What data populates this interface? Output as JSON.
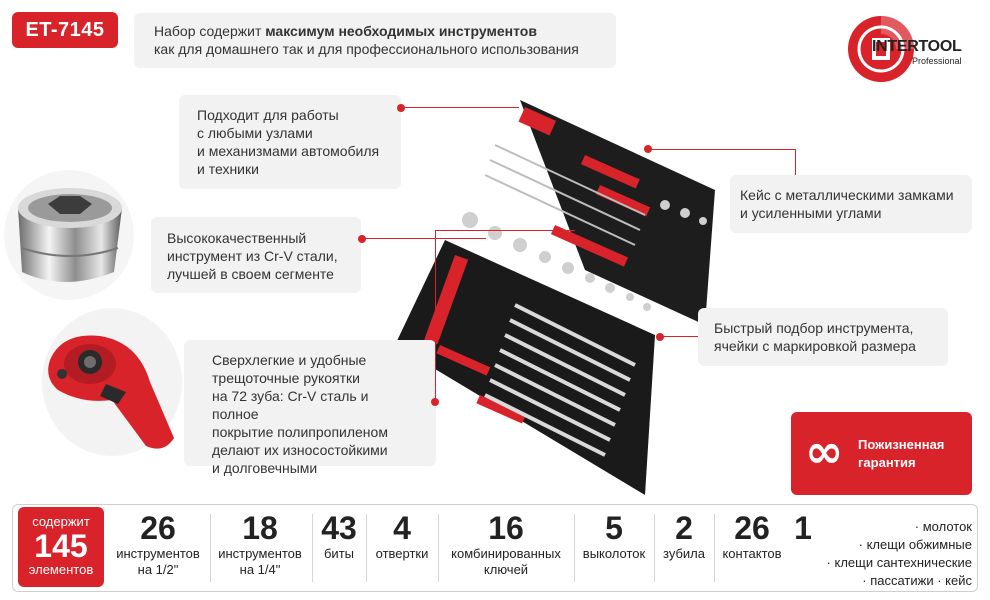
{
  "model": "ET-7145",
  "intro": {
    "prefix": "Набор содержит ",
    "bold": "максимум необходимых инструментов",
    "rest": "как для домашнего так и для профессионального использования"
  },
  "brand": {
    "name": "INTERTOOL",
    "sub": "Professional",
    "color": "#d8232a"
  },
  "callouts": {
    "auto": [
      "Подходит для работы",
      "с любыми узлами",
      "и механизмами автомобиля",
      "и техники"
    ],
    "steel": [
      "Высококачественный",
      "инструмент из Cr-V стали,",
      "лучшей в своем сегменте"
    ],
    "ratchet": [
      "Сверхлегкие и удобные",
      "трещоточные рукоятки",
      "на 72 зуба: Cr-V сталь и полное",
      "покрытие полипропиленом",
      "делают их износостойкими",
      "и долговечными"
    ],
    "case": [
      "Кейс с металлическими замками",
      "и усиленными углами"
    ],
    "quick": [
      "Быстрый подбор инструмента,",
      "ячейки с маркировкой размера"
    ]
  },
  "warranty": {
    "icon": "infinity-icon",
    "symbol": "∞",
    "line1": "Пожизненная",
    "line2": "гарантия"
  },
  "total": {
    "label_top": "содержит",
    "count": "145",
    "label_bottom": "элементов"
  },
  "stats": [
    {
      "n": "26",
      "l1": "инструментов",
      "l2": "на 1/2\""
    },
    {
      "n": "18",
      "l1": "инструментов",
      "l2": "на 1/4\""
    },
    {
      "n": "43",
      "l1": "биты",
      "l2": ""
    },
    {
      "n": "4",
      "l1": "отвертки",
      "l2": ""
    },
    {
      "n": "16",
      "l1": "комбинированных",
      "l2": "ключей"
    },
    {
      "n": "5",
      "l1": "выколоток",
      "l2": ""
    },
    {
      "n": "2",
      "l1": "зубила",
      "l2": ""
    },
    {
      "n": "26",
      "l1": "контактов",
      "l2": ""
    },
    {
      "n": "1",
      "l1": "",
      "l2": ""
    }
  ],
  "extras": [
    "· молоток",
    "· клещи обжимные",
    "· клещи сантехнические",
    "· пассатижи · кейс"
  ],
  "colors": {
    "accent": "#d8232a",
    "panel": "#f2f2f2",
    "case": "#1d1d1d"
  }
}
